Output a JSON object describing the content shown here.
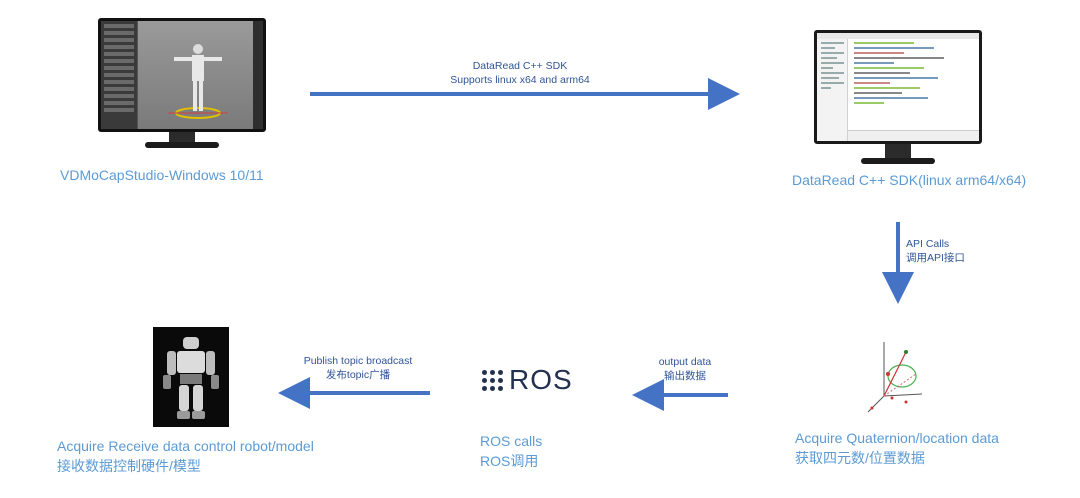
{
  "nodes": {
    "studio": {
      "caption": "VDMoCapStudio-Windows 10/11"
    },
    "sdk": {
      "caption": "DataRead C++ SDK(linux arm64/x64)"
    },
    "quaternion": {
      "caption_en": "Acquire Quaternion/location data",
      "caption_cn": "获取四元数/位置数据"
    },
    "ros": {
      "logo_text": "ROS",
      "caption_en": "ROS calls",
      "caption_cn": "ROS调用"
    },
    "robot": {
      "caption_en": "Acquire Receive data control robot/model",
      "caption_cn": "接收数据控制硬件/模型"
    }
  },
  "edges": {
    "studio_to_sdk": {
      "line1": "DataRead C++ SDK",
      "line2": "Supports linux x64 and arm64"
    },
    "sdk_to_quat": {
      "line1": "API Calls",
      "line2": "调用API接口"
    },
    "quat_to_ros": {
      "line1": "output data",
      "line2": "输出数据"
    },
    "ros_to_robot": {
      "line1": "Publish topic broadcast",
      "line2": "发布topic广播"
    }
  },
  "colors": {
    "arrow": "#4472c4",
    "caption": "#5b9bd5",
    "edge_label": "#2f5597",
    "ros_logo": "#22314e"
  },
  "icons": [
    "monitor-icon",
    "ros-logo-icon",
    "axis-3d-icon",
    "humanoid-robot-icon"
  ]
}
